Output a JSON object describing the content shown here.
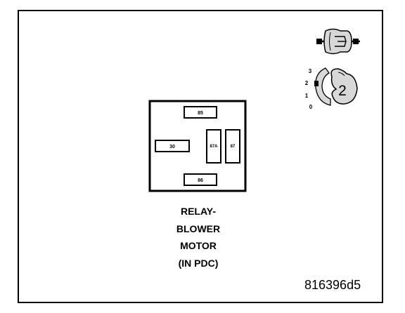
{
  "relay": {
    "terminals": {
      "t85": "85",
      "t30": "30",
      "t87a": "87A",
      "t87": "87",
      "t86": "86"
    }
  },
  "caption": {
    "line1": "RELAY-",
    "line2": "BLOWER",
    "line3": "MOTOR",
    "line4": "(IN PDC)"
  },
  "switch_positions": {
    "p3": "3",
    "p2": "2",
    "p1": "1",
    "p0": "0",
    "key_number": "2"
  },
  "reference_number": "816396d5"
}
